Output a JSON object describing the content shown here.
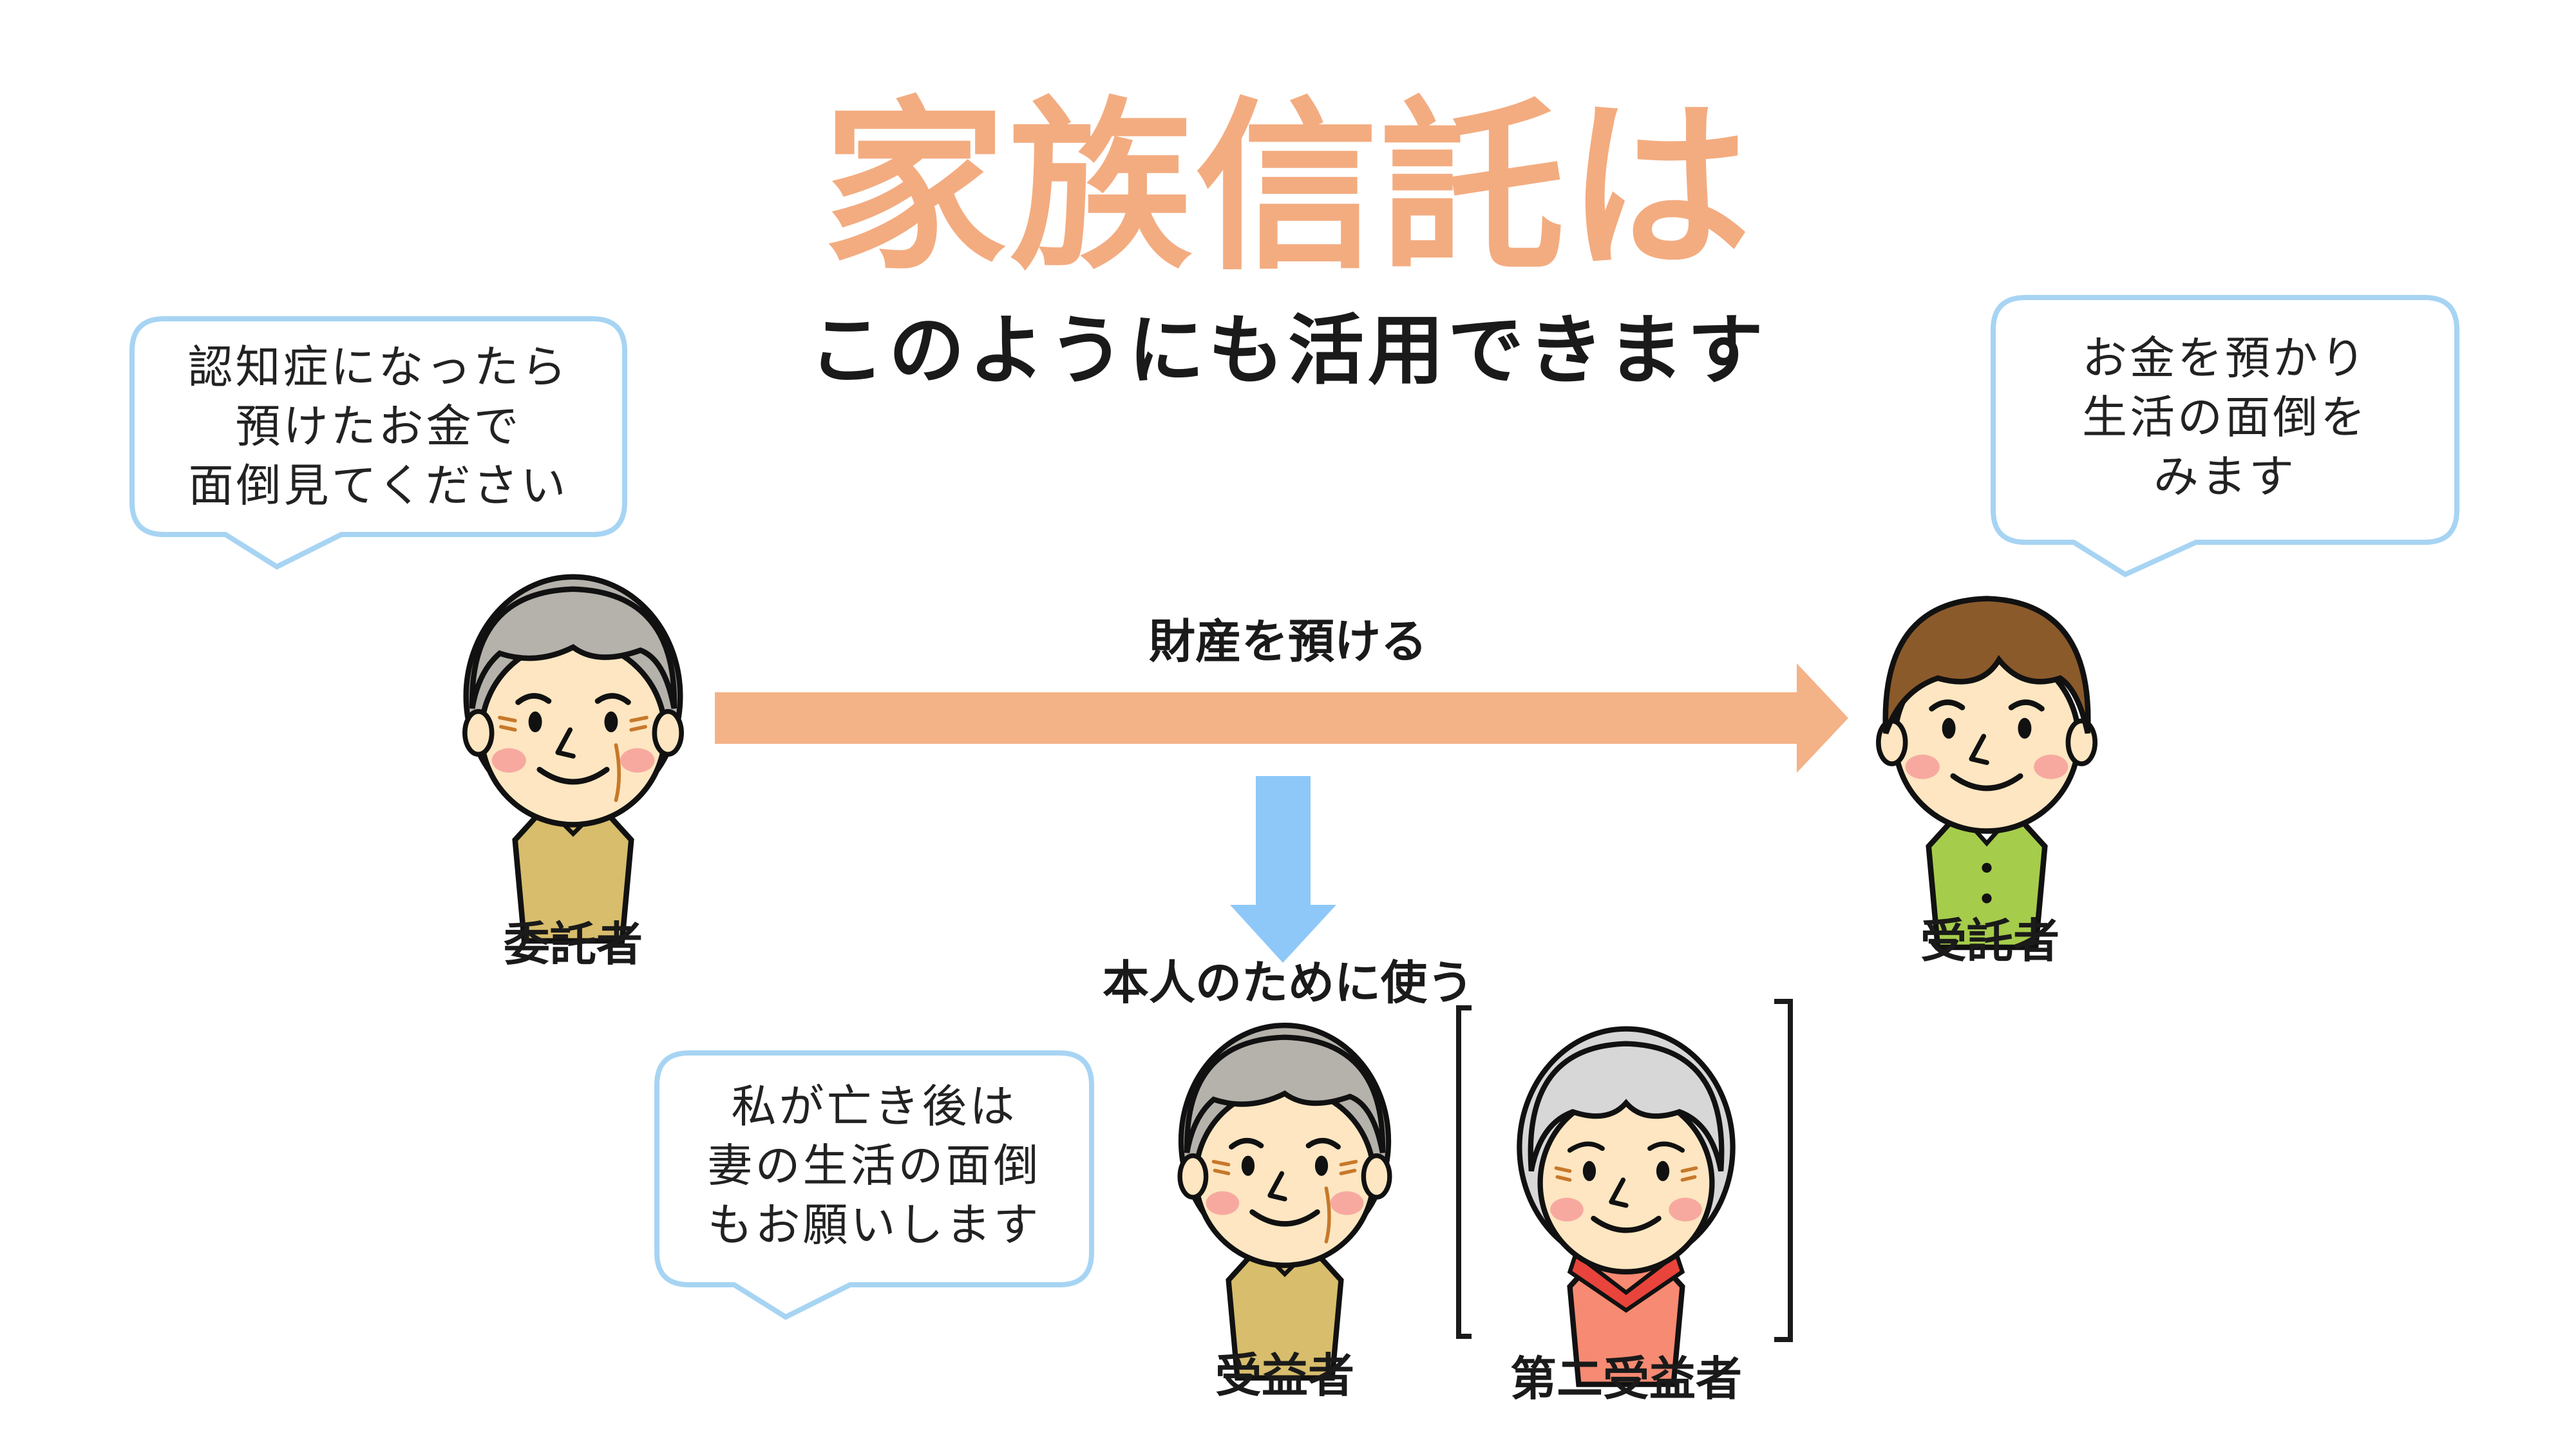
{
  "title": "家族信託は",
  "subtitle": "このようにも活用できます",
  "bubbles": {
    "settlor": [
      "認知症になったら",
      "預けたお金で",
      "面倒見てください"
    ],
    "trustee": [
      "お金を預かり",
      "生活の面倒を",
      "みます"
    ],
    "beneficiary": [
      "私が亡き後は",
      "妻の生活の面倒",
      "もお願いします"
    ]
  },
  "labels": {
    "transfer": "財産を預ける",
    "use_for_self": "本人のために使う",
    "settlor": "委託者",
    "trustee": "受託者",
    "beneficiary": "受益者",
    "second_beneficiary": "第二受益者"
  },
  "colors": {
    "title": "#f3ac80",
    "transfer_arrow": "#f4b287",
    "down_arrow": "#8ec8f8",
    "bubble_border": "#a7d4f3"
  }
}
